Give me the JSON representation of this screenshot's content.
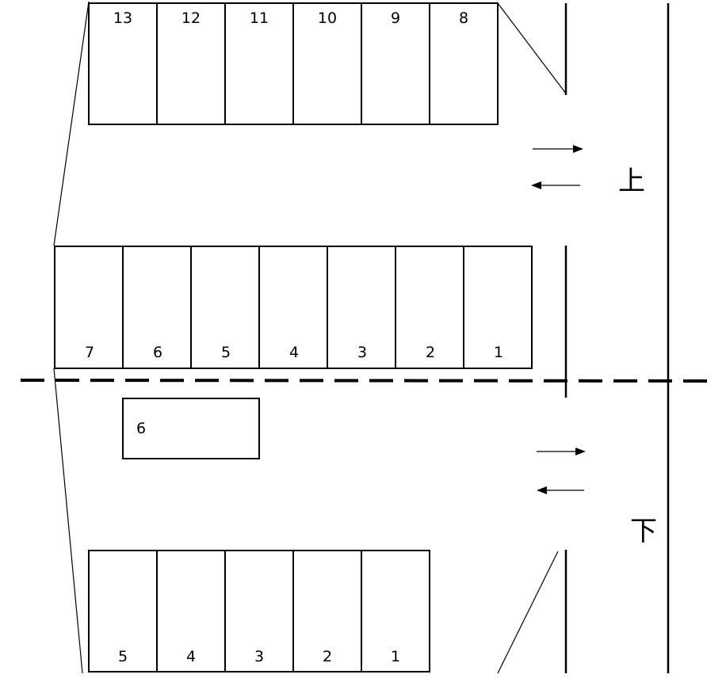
{
  "upper": {
    "section_label": "上",
    "top_row": [
      "13",
      "12",
      "11",
      "10",
      "9",
      "8"
    ],
    "middle_row": [
      "7",
      "6",
      "5",
      "4",
      "3",
      "2",
      "1"
    ]
  },
  "lower": {
    "section_label": "下",
    "single_stall": "6",
    "bottom_row": [
      "5",
      "4",
      "3",
      "2",
      "1"
    ]
  }
}
